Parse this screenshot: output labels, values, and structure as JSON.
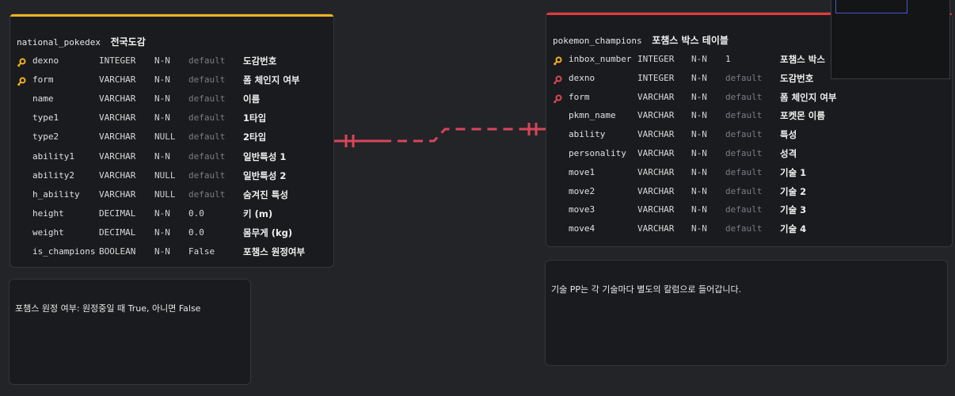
{
  "colors": {
    "left_accent": "#f5b41f",
    "right_accent": "#e5393b",
    "relation": "#d9455a",
    "pk_key": "#f0b020",
    "fk_key": "#d9455a"
  },
  "left_table": {
    "name": "national_pokedex",
    "comment": "전국도감",
    "columns": [
      {
        "key": "pk",
        "name": "dexno",
        "type": "INTEGER",
        "null": "N-N",
        "default": "default",
        "comment": "도감번호"
      },
      {
        "key": "pk",
        "name": "form",
        "type": "VARCHAR",
        "null": "N-N",
        "default": "default",
        "comment": "폼 체인지 여부"
      },
      {
        "key": "",
        "name": "name",
        "type": "VARCHAR",
        "null": "N-N",
        "default": "default",
        "comment": "이름"
      },
      {
        "key": "",
        "name": "type1",
        "type": "VARCHAR",
        "null": "N-N",
        "default": "default",
        "comment": "1타입"
      },
      {
        "key": "",
        "name": "type2",
        "type": "VARCHAR",
        "null": "NULL",
        "default": "default",
        "comment": "2타입"
      },
      {
        "key": "",
        "name": "ability1",
        "type": "VARCHAR",
        "null": "N-N",
        "default": "default",
        "comment": "일반특성 1"
      },
      {
        "key": "",
        "name": "ability2",
        "type": "VARCHAR",
        "null": "NULL",
        "default": "default",
        "comment": "일반특성 2"
      },
      {
        "key": "",
        "name": "h_ability",
        "type": "VARCHAR",
        "null": "NULL",
        "default": "default",
        "comment": "숨겨진 특성"
      },
      {
        "key": "",
        "name": "height",
        "type": "DECIMAL",
        "null": "N-N",
        "default": "0.0",
        "comment": "키 (m)"
      },
      {
        "key": "",
        "name": "weight",
        "type": "DECIMAL",
        "null": "N-N",
        "default": "0.0",
        "comment": "몸무게 (kg)"
      },
      {
        "key": "",
        "name": "is_champions",
        "type": "BOOLEAN",
        "null": "N-N",
        "default": "False",
        "comment": "포챔스 원정여부"
      }
    ]
  },
  "right_table": {
    "name": "pokemon_champions",
    "comment": "포챔스 박스 테이블",
    "columns": [
      {
        "key": "pk",
        "name": "inbox_number",
        "type": "INTEGER",
        "null": "N-N",
        "default": "1",
        "comment": "포챔스 박스"
      },
      {
        "key": "fk",
        "name": "dexno",
        "type": "INTEGER",
        "null": "N-N",
        "default": "default",
        "comment": "도감번호"
      },
      {
        "key": "fk",
        "name": "form",
        "type": "VARCHAR",
        "null": "N-N",
        "default": "default",
        "comment": "폼 체인지 여부"
      },
      {
        "key": "",
        "name": "pkmn_name",
        "type": "VARCHAR",
        "null": "N-N",
        "default": "default",
        "comment": "포켓몬 이름"
      },
      {
        "key": "",
        "name": "ability",
        "type": "VARCHAR",
        "null": "N-N",
        "default": "default",
        "comment": "특성"
      },
      {
        "key": "",
        "name": "personality",
        "type": "VARCHAR",
        "null": "N-N",
        "default": "default",
        "comment": "성격"
      },
      {
        "key": "",
        "name": "move1",
        "type": "VARCHAR",
        "null": "N-N",
        "default": "default",
        "comment": "기술 1"
      },
      {
        "key": "",
        "name": "move2",
        "type": "VARCHAR",
        "null": "N-N",
        "default": "default",
        "comment": "기술 2"
      },
      {
        "key": "",
        "name": "move3",
        "type": "VARCHAR",
        "null": "N-N",
        "default": "default",
        "comment": "기술 3"
      },
      {
        "key": "",
        "name": "move4",
        "type": "VARCHAR",
        "null": "N-N",
        "default": "default",
        "comment": "기술 4"
      }
    ]
  },
  "notes": {
    "left": "포챔스 원정 여부: 원정중일 때 True, 아니면 False",
    "right": "기술 PP는 각 기술마다 별도의 칼럼으로 들어갑니다."
  },
  "icons": {
    "pk": "key-icon",
    "fk": "foreign-key-icon"
  }
}
